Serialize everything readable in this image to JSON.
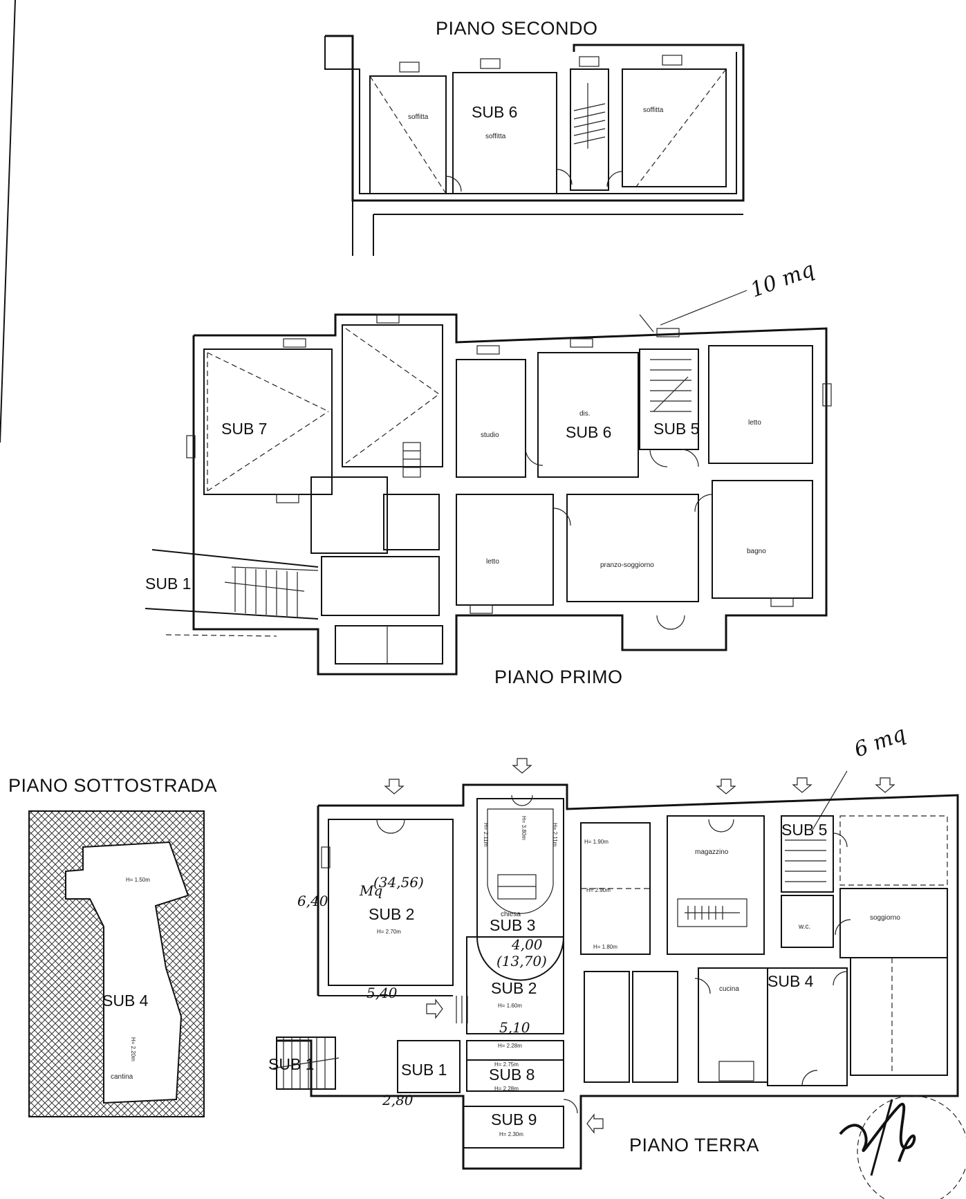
{
  "floors": {
    "secondo": {
      "title": "PIANO SECONDO",
      "sub6": "SUB 6",
      "soffitta_left": "soffitta",
      "soffitta_center": "soffitta",
      "soffitta_right": "soffitta"
    },
    "primo": {
      "title": "PIANO PRIMO",
      "sub7": "SUB 7",
      "sub6": "SUB 6",
      "sub5": "SUB 5",
      "sub1": "SUB 1",
      "studio": "studio",
      "disimpegno": "dis.",
      "letto_right": "letto",
      "letto_left": "letto",
      "pranzo": "pranzo-soggiorno",
      "bagno": "bagno",
      "handwritten_note": "10 mq"
    },
    "sottostrada": {
      "title": "PIANO SOTTOSTRADA",
      "sub4": "SUB 4",
      "height_top": "H= 1.50m",
      "height_main": "H= 2.20m",
      "cantina": "cantina"
    },
    "terra": {
      "title": "PIANO TERRA",
      "sub2_a": "SUB 2",
      "sub2_a_height": "H= 2.70m",
      "sub3": "SUB 3",
      "chiesa": "chiesa",
      "sub2_b": "SUB 2",
      "sub2_b_height": "H= 1.60m",
      "sub5": "SUB 5",
      "sub4": "SUB 4",
      "sub1_stair": "SUB 1",
      "sub1_room": "SUB 1",
      "sub8": "SUB 8",
      "sub9": "SUB 9",
      "sub9_height": "H= 2.30m",
      "magazzino": "magazzino",
      "wc": "w.c.",
      "soggiorno": "soggiorno",
      "cucina": "cucina",
      "h_190": "H= 1.90m",
      "h_290": "H= 2.90m",
      "h_180": "H= 1.80m",
      "h_211_left": "H= 2.11m",
      "h_380": "H= 3.80m",
      "h_211_right": "H= 2.11m",
      "h_228_top": "H= 2.28m",
      "h_275": "H= 2.75m",
      "h_228_bottom": "H= 2.28m",
      "hw_area_sub2": "(34,56)",
      "hw_mq": "Mq",
      "hw_64": "6,40",
      "hw_540": "5,40",
      "hw_area_sub2b": "(13,70)",
      "hw_480": "4,00",
      "hw_510": "5,10",
      "hw_280": "2,80",
      "hw_6mq": "6 mq"
    }
  }
}
